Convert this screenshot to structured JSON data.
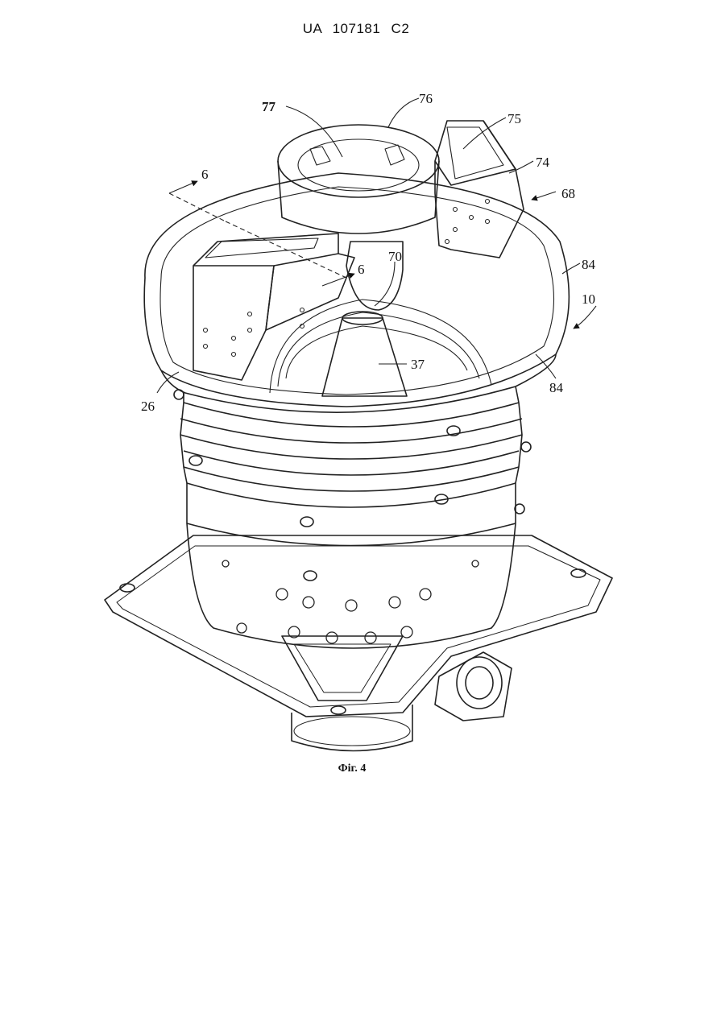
{
  "header": {
    "patent_number": "UA   107181   C2"
  },
  "figure": {
    "caption": "Фіг. 4",
    "reference_numerals": {
      "r77": "77",
      "r76": "76",
      "r75": "75",
      "r74": "74",
      "r68": "68",
      "r6_top": "6",
      "r6_mid": "6",
      "r70": "70",
      "r84_upper": "84",
      "r10": "10",
      "r37": "37",
      "r84_lower": "84",
      "r26": "26"
    }
  }
}
